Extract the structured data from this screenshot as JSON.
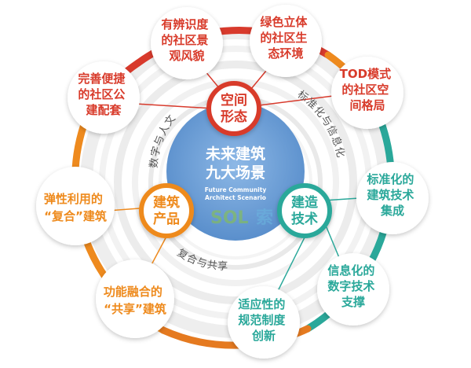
{
  "center": {
    "title_line1": "未来建筑",
    "title_line2": "九大场景",
    "subtitle_line1": "Future Community",
    "subtitle_line2": "Architect Scenario"
  },
  "hubs": {
    "form": {
      "line1": "空间",
      "line2": "形态",
      "color": "#d83a2c"
    },
    "product": {
      "line1": "建筑",
      "line2": "产品",
      "color": "#ee8a1e"
    },
    "tech": {
      "line1": "建造",
      "line2": "技术",
      "color": "#2aa89a"
    }
  },
  "ring_labels": {
    "top_left": "数字与人文",
    "top_right": "标准化与信息化",
    "bottom": "复合与共享"
  },
  "bubbles": {
    "landscape": [
      "有辨识度",
      "的社区景",
      "观风貌"
    ],
    "ecology": [
      "绿色立体",
      "的社区生",
      "态环境"
    ],
    "tod": [
      "TOD模式",
      "的社区空",
      "间格局"
    ],
    "facility": [
      "完善便捷",
      "的社区公",
      "建配套"
    ],
    "flexible": [
      "弹性利用的",
      "“复合”建筑"
    ],
    "shared": [
      "功能融合的",
      "“共享”建筑"
    ],
    "adaptive": [
      "适应性的",
      "规范制度",
      "创新"
    ],
    "standard": [
      "标准化的",
      "建筑技术",
      "集成"
    ],
    "digital": [
      "信息化的",
      "数字技术",
      "支撑"
    ]
  },
  "watermark": {
    "logo": "SOL",
    "text": "索"
  },
  "colors": {
    "red": "#d83a2c",
    "orange": "#ee8a1e",
    "teal": "#2aa89a",
    "center_blue": "#6a9fd6"
  }
}
